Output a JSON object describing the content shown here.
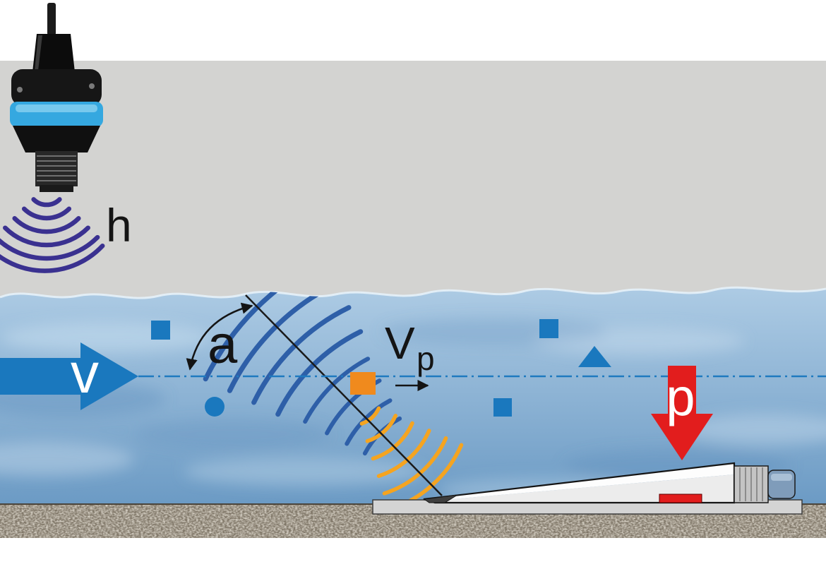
{
  "diagram": {
    "name": "ultrasonic-level-and-doppler-flow-measurement",
    "labels": {
      "level_height": "h",
      "beam_angle": "a",
      "flow_velocity": "v",
      "particle_velocity_main": "V",
      "particle_velocity_sub": "p",
      "pressure": "p"
    },
    "colors": {
      "sky": "#d3d3d1",
      "water_top": "#adcbe4",
      "water_bottom": "#6b9ac4",
      "level_wave_arcs": "#3a3190",
      "beam_wavefront_blue": "#2e5fa8",
      "reflected_wavefront_orange": "#f5a420",
      "flow_arrow_blue": "#1a78be",
      "particle_blue": "#1a78be",
      "particle_orange": "#f08a1d",
      "pressure_arrow_red": "#e21d1d",
      "axis_line_blue": "#1f7ac0",
      "sensor_band_cyan": "#35a8e0",
      "ground": "#7e7566"
    }
  }
}
